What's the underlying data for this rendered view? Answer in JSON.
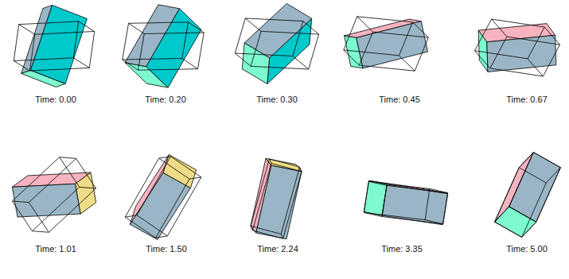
{
  "diagram": {
    "labels": [
      "Time:  0.00",
      "Time:  0.20",
      "Time:  0.30",
      "Time:  0.45",
      "Time:  0.67",
      "Time:  1.01",
      "Time:  1.50",
      "Time:  2.24",
      "Time:  3.35",
      "Time:  5.00"
    ]
  }
}
